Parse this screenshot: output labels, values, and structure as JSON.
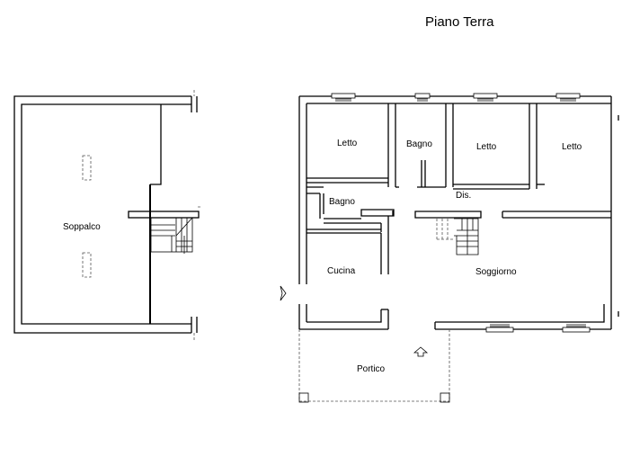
{
  "title": "Piano Terra",
  "rooms": {
    "soppalco": "Soppalco",
    "letto_1": "Letto",
    "bagno_1": "Bagno",
    "letto_2": "Letto",
    "letto_3": "Letto",
    "bagno_2": "Bagno",
    "dis": "Dis.",
    "cucina": "Cucina",
    "soggiorno": "Soggiorno",
    "portico": "Portico"
  }
}
